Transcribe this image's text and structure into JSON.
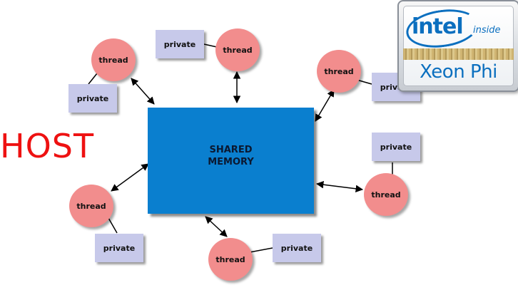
{
  "host_label": "HOST",
  "shared_memory": {
    "line1": "SHARED",
    "line2": "MEMORY"
  },
  "threads": [
    {
      "label": "thread"
    },
    {
      "label": "thread"
    },
    {
      "label": "thread"
    },
    {
      "label": "thread"
    },
    {
      "label": "thread"
    },
    {
      "label": "thread"
    }
  ],
  "privates": [
    {
      "label": "private"
    },
    {
      "label": "private"
    },
    {
      "label": "private"
    },
    {
      "label": "private"
    },
    {
      "label": "private"
    },
    {
      "label": "private"
    }
  ],
  "badge": {
    "brand": "intel",
    "tagline": "inside",
    "product": "Xeon Phi"
  },
  "colors": {
    "shared_memory": "#0a7fcf",
    "thread": "#f28d8d",
    "private": "#c7c9ea",
    "host": "#ee1111",
    "intel_blue": "#0b6fbf"
  }
}
